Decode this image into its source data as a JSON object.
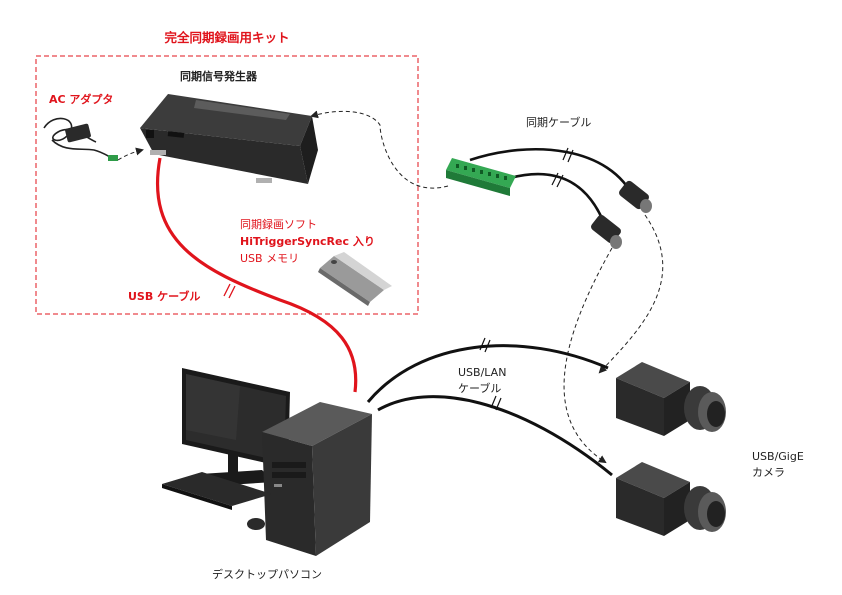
{
  "kit": {
    "title": "完全同期録画用キット",
    "accent_color": "#e0141c"
  },
  "labels": {
    "ac_adapter": "AC アダプタ",
    "sync_generator": "同期信号発生器",
    "sync_cable": "同期ケーブル",
    "software_line1": "同期録画ソフト",
    "software_line2": "HiTriggerSyncRec 入り",
    "software_line3": "USB メモリ",
    "usb_cable": "USB ケーブル",
    "usb_lan_line1": "USB/LAN",
    "usb_lan_line2": "ケーブル",
    "camera_line1": "USB/GigE",
    "camera_line2": "カメラ",
    "desktop_pc": "デスクトップパソコン"
  },
  "icons": {
    "ac_adapter": "ac-adapter-icon",
    "sync_generator": "sync-generator-box-icon",
    "terminal_block": "terminal-block-connector-icon",
    "usb_memory": "usb-flash-drive-icon",
    "monitor": "monitor-icon",
    "pc_tower": "pc-tower-icon",
    "keyboard": "keyboard-icon",
    "mouse": "mouse-icon",
    "camera": "industrial-camera-icon"
  }
}
